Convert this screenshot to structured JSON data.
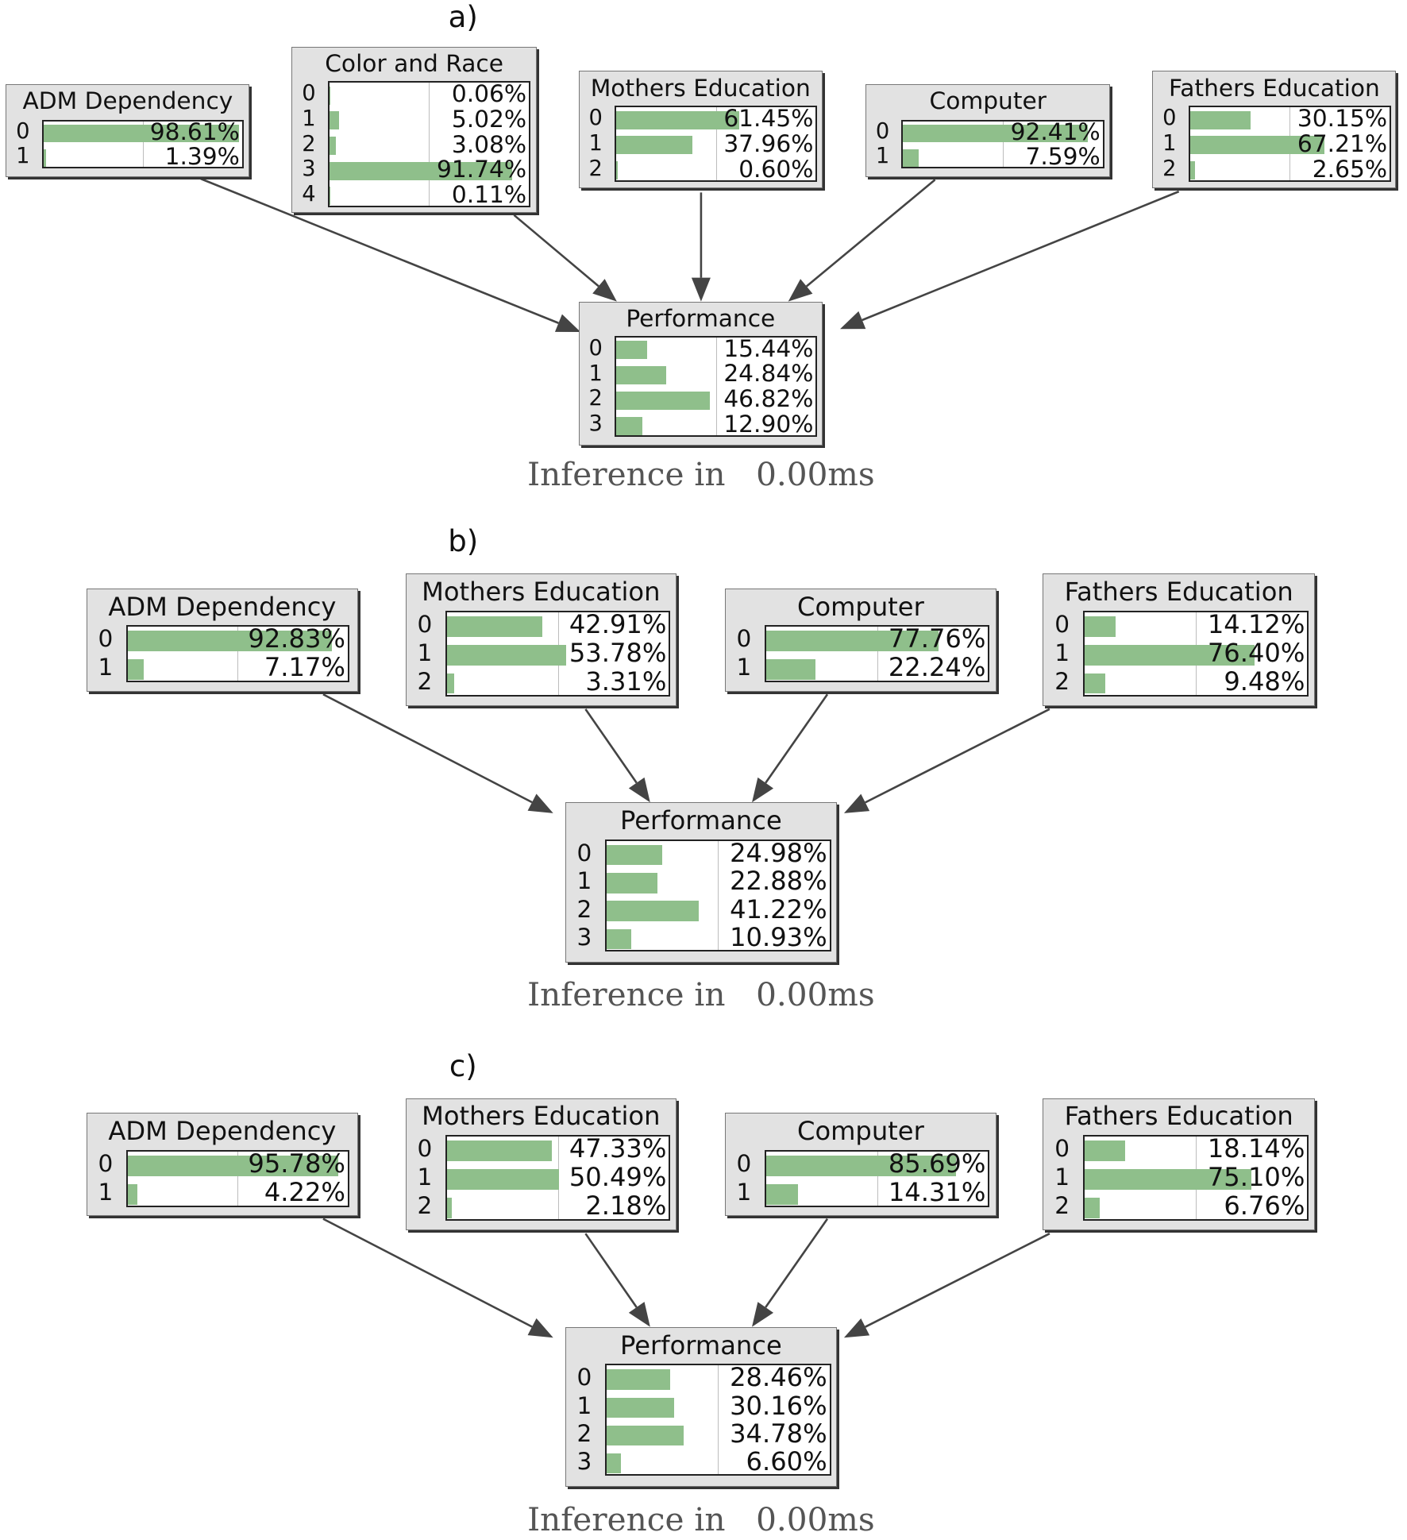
{
  "colors": {
    "bar": "#8fbf8b",
    "node_bg": "#e2e2e2",
    "arrow": "#444444"
  },
  "panels": [
    {
      "label": "a)",
      "inference": {
        "prefix": "Inference in",
        "value": "0.00ms"
      },
      "parents": [
        {
          "title": "ADM Dependency",
          "states": [
            {
              "label": "0",
              "prob": 98.61,
              "text": "98.61%"
            },
            {
              "label": "1",
              "prob": 1.39,
              "text": "1.39%"
            }
          ]
        },
        {
          "title": "Color and Race",
          "states": [
            {
              "label": "0",
              "prob": 0.06,
              "text": "0.06%"
            },
            {
              "label": "1",
              "prob": 5.02,
              "text": "5.02%"
            },
            {
              "label": "2",
              "prob": 3.08,
              "text": "3.08%"
            },
            {
              "label": "3",
              "prob": 91.74,
              "text": "91.74%"
            },
            {
              "label": "4",
              "prob": 0.11,
              "text": "0.11%"
            }
          ]
        },
        {
          "title": "Mothers Education",
          "states": [
            {
              "label": "0",
              "prob": 61.45,
              "text": "61.45%"
            },
            {
              "label": "1",
              "prob": 37.96,
              "text": "37.96%"
            },
            {
              "label": "2",
              "prob": 0.6,
              "text": "0.60%"
            }
          ]
        },
        {
          "title": "Computer",
          "states": [
            {
              "label": "0",
              "prob": 92.41,
              "text": "92.41%"
            },
            {
              "label": "1",
              "prob": 7.59,
              "text": "7.59%"
            }
          ]
        },
        {
          "title": "Fathers Education",
          "states": [
            {
              "label": "0",
              "prob": 30.15,
              "text": "30.15%"
            },
            {
              "label": "1",
              "prob": 67.21,
              "text": "67.21%"
            },
            {
              "label": "2",
              "prob": 2.65,
              "text": "2.65%"
            }
          ]
        }
      ],
      "child": {
        "title": "Performance",
        "states": [
          {
            "label": "0",
            "prob": 15.44,
            "text": "15.44%"
          },
          {
            "label": "1",
            "prob": 24.84,
            "text": "24.84%"
          },
          {
            "label": "2",
            "prob": 46.82,
            "text": "46.82%"
          },
          {
            "label": "3",
            "prob": 12.9,
            "text": "12.90%"
          }
        ]
      }
    },
    {
      "label": "b)",
      "inference": {
        "prefix": "Inference in",
        "value": "0.00ms"
      },
      "parents": [
        {
          "title": "ADM Dependency",
          "states": [
            {
              "label": "0",
              "prob": 92.83,
              "text": "92.83%"
            },
            {
              "label": "1",
              "prob": 7.17,
              "text": "7.17%"
            }
          ]
        },
        {
          "title": "Mothers Education",
          "states": [
            {
              "label": "0",
              "prob": 42.91,
              "text": "42.91%"
            },
            {
              "label": "1",
              "prob": 53.78,
              "text": "53.78%"
            },
            {
              "label": "2",
              "prob": 3.31,
              "text": "3.31%"
            }
          ]
        },
        {
          "title": "Computer",
          "states": [
            {
              "label": "0",
              "prob": 77.76,
              "text": "77.76%"
            },
            {
              "label": "1",
              "prob": 22.24,
              "text": "22.24%"
            }
          ]
        },
        {
          "title": "Fathers Education",
          "states": [
            {
              "label": "0",
              "prob": 14.12,
              "text": "14.12%"
            },
            {
              "label": "1",
              "prob": 76.4,
              "text": "76.40%"
            },
            {
              "label": "2",
              "prob": 9.48,
              "text": "9.48%"
            }
          ]
        }
      ],
      "child": {
        "title": "Performance",
        "states": [
          {
            "label": "0",
            "prob": 24.98,
            "text": "24.98%"
          },
          {
            "label": "1",
            "prob": 22.88,
            "text": "22.88%"
          },
          {
            "label": "2",
            "prob": 41.22,
            "text": "41.22%"
          },
          {
            "label": "3",
            "prob": 10.93,
            "text": "10.93%"
          }
        ]
      }
    },
    {
      "label": "c)",
      "inference": {
        "prefix": "Inference in",
        "value": "0.00ms"
      },
      "parents": [
        {
          "title": "ADM Dependency",
          "states": [
            {
              "label": "0",
              "prob": 95.78,
              "text": "95.78%"
            },
            {
              "label": "1",
              "prob": 4.22,
              "text": "4.22%"
            }
          ]
        },
        {
          "title": "Mothers Education",
          "states": [
            {
              "label": "0",
              "prob": 47.33,
              "text": "47.33%"
            },
            {
              "label": "1",
              "prob": 50.49,
              "text": "50.49%"
            },
            {
              "label": "2",
              "prob": 2.18,
              "text": "2.18%"
            }
          ]
        },
        {
          "title": "Computer",
          "states": [
            {
              "label": "0",
              "prob": 85.69,
              "text": "85.69%"
            },
            {
              "label": "1",
              "prob": 14.31,
              "text": "14.31%"
            }
          ]
        },
        {
          "title": "Fathers Education",
          "states": [
            {
              "label": "0",
              "prob": 18.14,
              "text": "18.14%"
            },
            {
              "label": "1",
              "prob": 75.1,
              "text": "75.10%"
            },
            {
              "label": "2",
              "prob": 6.76,
              "text": "6.76%"
            }
          ]
        }
      ],
      "child": {
        "title": "Performance",
        "states": [
          {
            "label": "0",
            "prob": 28.46,
            "text": "28.46%"
          },
          {
            "label": "1",
            "prob": 30.16,
            "text": "30.16%"
          },
          {
            "label": "2",
            "prob": 34.78,
            "text": "34.78%"
          },
          {
            "label": "3",
            "prob": 6.6,
            "text": "6.60%"
          }
        ]
      }
    }
  ]
}
